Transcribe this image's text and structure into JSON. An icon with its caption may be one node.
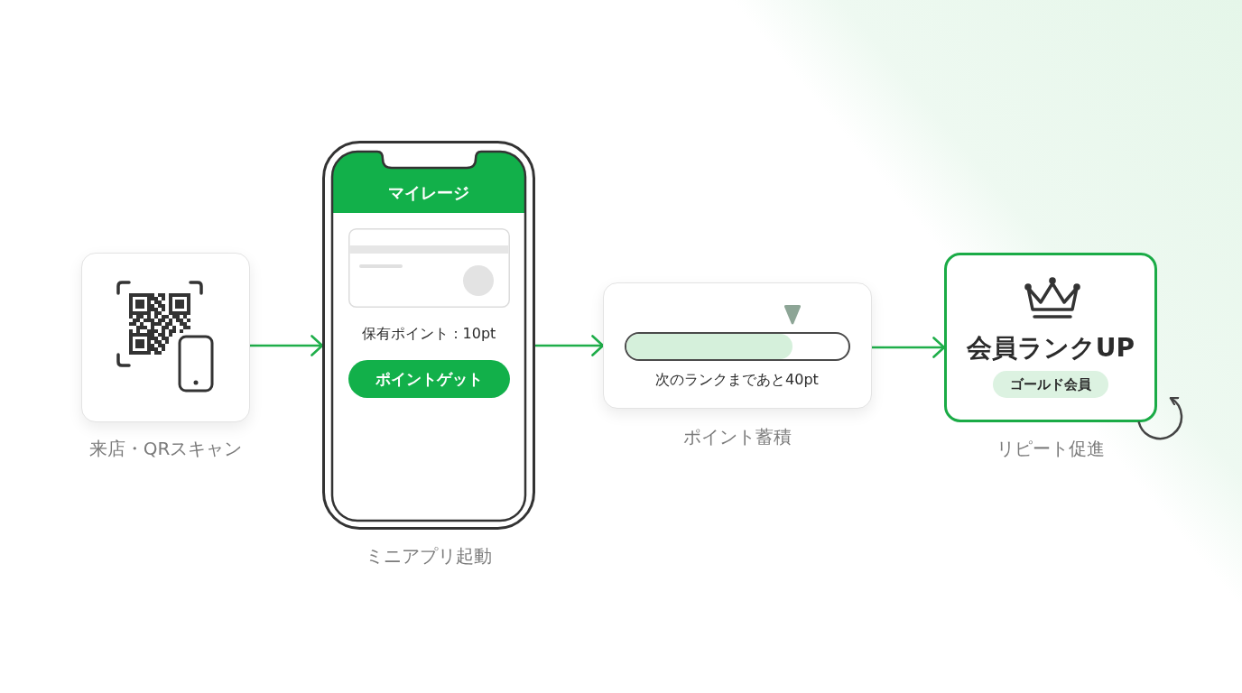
{
  "diagram": {
    "nodes": [
      {
        "text": [],
        "shape": "picture",
        "beside": [
          "来店・QRスキャン"
        ]
      },
      {
        "text": [
          "保有ポイント：10pt"
        ],
        "beside": [
          "ミニアプリ起動"
        ]
      },
      {
        "text": [
          "マイレージ"
        ],
        "in": 1
      },
      {
        "text": [
          "ポイントゲット"
        ],
        "in": 1
      },
      {
        "text": [
          "次のランクまであと40pt"
        ],
        "beside": [
          "ポイント蓄積"
        ]
      },
      {
        "text": [
          "会員ランクUP"
        ],
        "beside": [
          "リピート促進"
        ]
      },
      {
        "text": [
          "ゴールド会員"
        ],
        "in": 5
      }
    ],
    "edges": [
      {
        "from": 0,
        "to": 1,
        "arrow": "to"
      },
      {
        "from": 1,
        "to": 4,
        "arrow": "to"
      },
      {
        "from": 4,
        "to": 5,
        "arrow": "to"
      }
    ]
  }
}
